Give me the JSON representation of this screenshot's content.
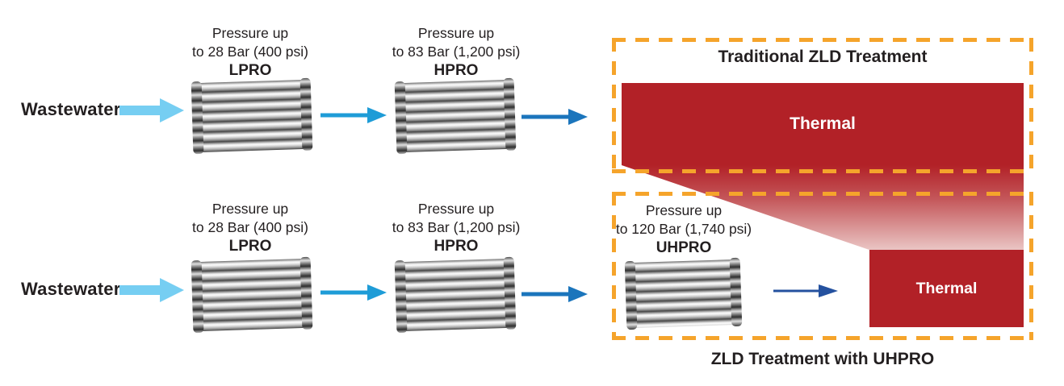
{
  "colors": {
    "text_dark": "#231F20",
    "arrow_light_blue": "#76CEF2",
    "arrow_medium_blue": "#1E9CD7",
    "arrow_dark_blue": "#1B75BC",
    "arrow_navy_blue": "#24519F",
    "dashed_border_orange": "#F5A42B",
    "thermal_red": "#B22127",
    "thermal_fade_pink": "#EAC5C4"
  },
  "top_row": {
    "source_label": "Wastewater",
    "lpro": {
      "pressure_line1": "Pressure up",
      "pressure_line2": "to 28 Bar (400 psi)",
      "name": "LPRO"
    },
    "hpro": {
      "pressure_line1": "Pressure up",
      "pressure_line2": "to 83 Bar (1,200 psi)",
      "name": "HPRO"
    }
  },
  "bottom_row": {
    "source_label": "Wastewater",
    "lpro": {
      "pressure_line1": "Pressure up",
      "pressure_line2": "to 28 Bar (400 psi)",
      "name": "LPRO"
    },
    "hpro": {
      "pressure_line1": "Pressure up",
      "pressure_line2": "to 83 Bar (1,200 psi)",
      "name": "HPRO"
    },
    "uhpro": {
      "pressure_line1": "Pressure up",
      "pressure_line2": "to 120 Bar (1,740 psi)",
      "name": "UHPRO"
    }
  },
  "traditional_zld": {
    "title": "Traditional ZLD Treatment",
    "thermal_label": "Thermal"
  },
  "uhpro_zld": {
    "caption": "ZLD Treatment with UHPRO",
    "thermal_label": "Thermal"
  }
}
